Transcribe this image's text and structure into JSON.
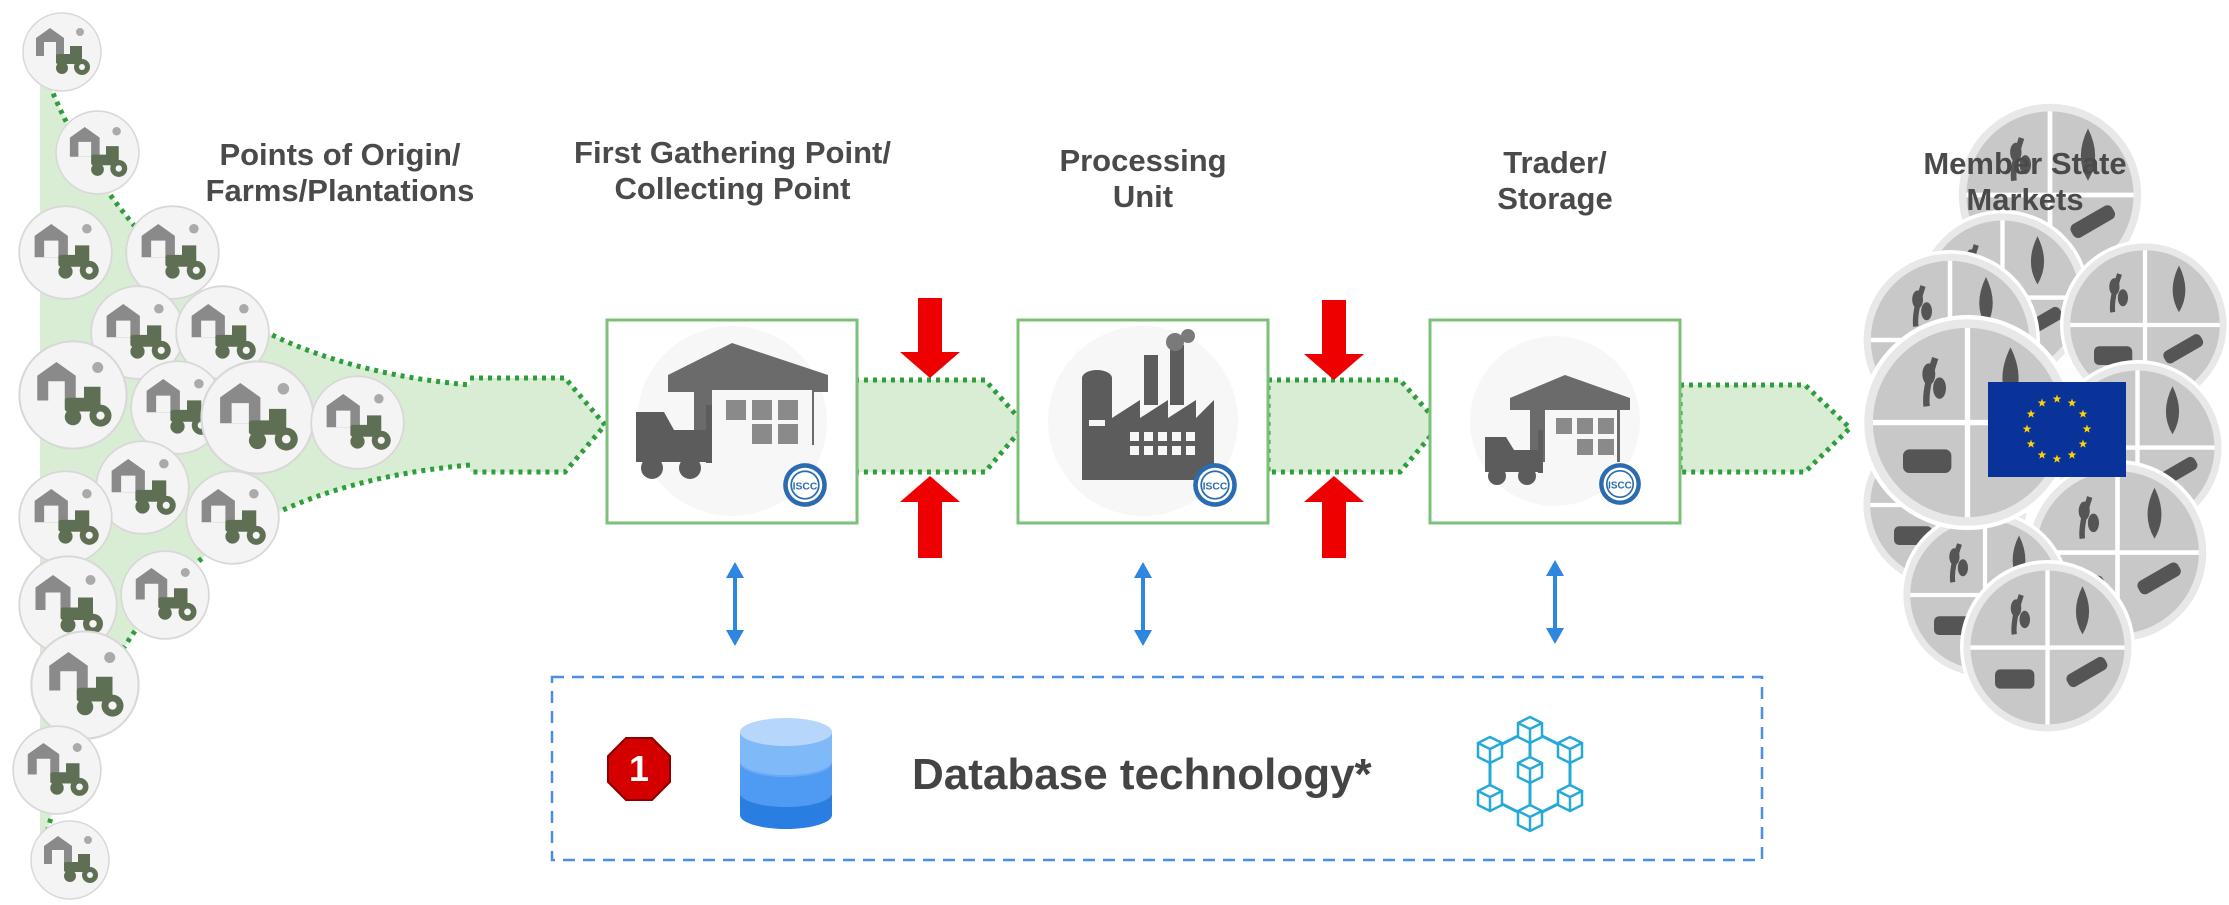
{
  "stages": [
    {
      "line1": "Points of Origin/",
      "line2": "Farms/Plantations"
    },
    {
      "line1": "First Gathering Point/",
      "line2": "Collecting Point"
    },
    {
      "line1": "Processing",
      "line2": "Unit"
    },
    {
      "line1": "Trader/",
      "line2": "Storage"
    },
    {
      "line1": "Member State",
      "line2": "Markets"
    }
  ],
  "database": {
    "label": "Database technology*",
    "badge_number": "1"
  },
  "certification_seal_text": "ISCC",
  "colors": {
    "flow_fill": "#d9edd4",
    "flow_dots": "#2e9e3c",
    "box_border": "#7cc07a",
    "pressure_arrow": "#ee0000",
    "link_arrow": "#2f86e0",
    "db_border": "#4a90e2",
    "badge": "#d40000",
    "eu_blue": "#0a3399",
    "eu_star": "#ffd100",
    "icon_grey": "#5c5c5c",
    "farm_green": "#5f6f54"
  },
  "icons": [
    "farm-tractor-icon",
    "warehouse-forklift-icon",
    "factory-icon",
    "storage-forklift-icon",
    "database-cylinder-icon",
    "blockchain-network-icon",
    "eu-flag-icon",
    "commodity-plate-icon",
    "iscc-seal-icon"
  ]
}
